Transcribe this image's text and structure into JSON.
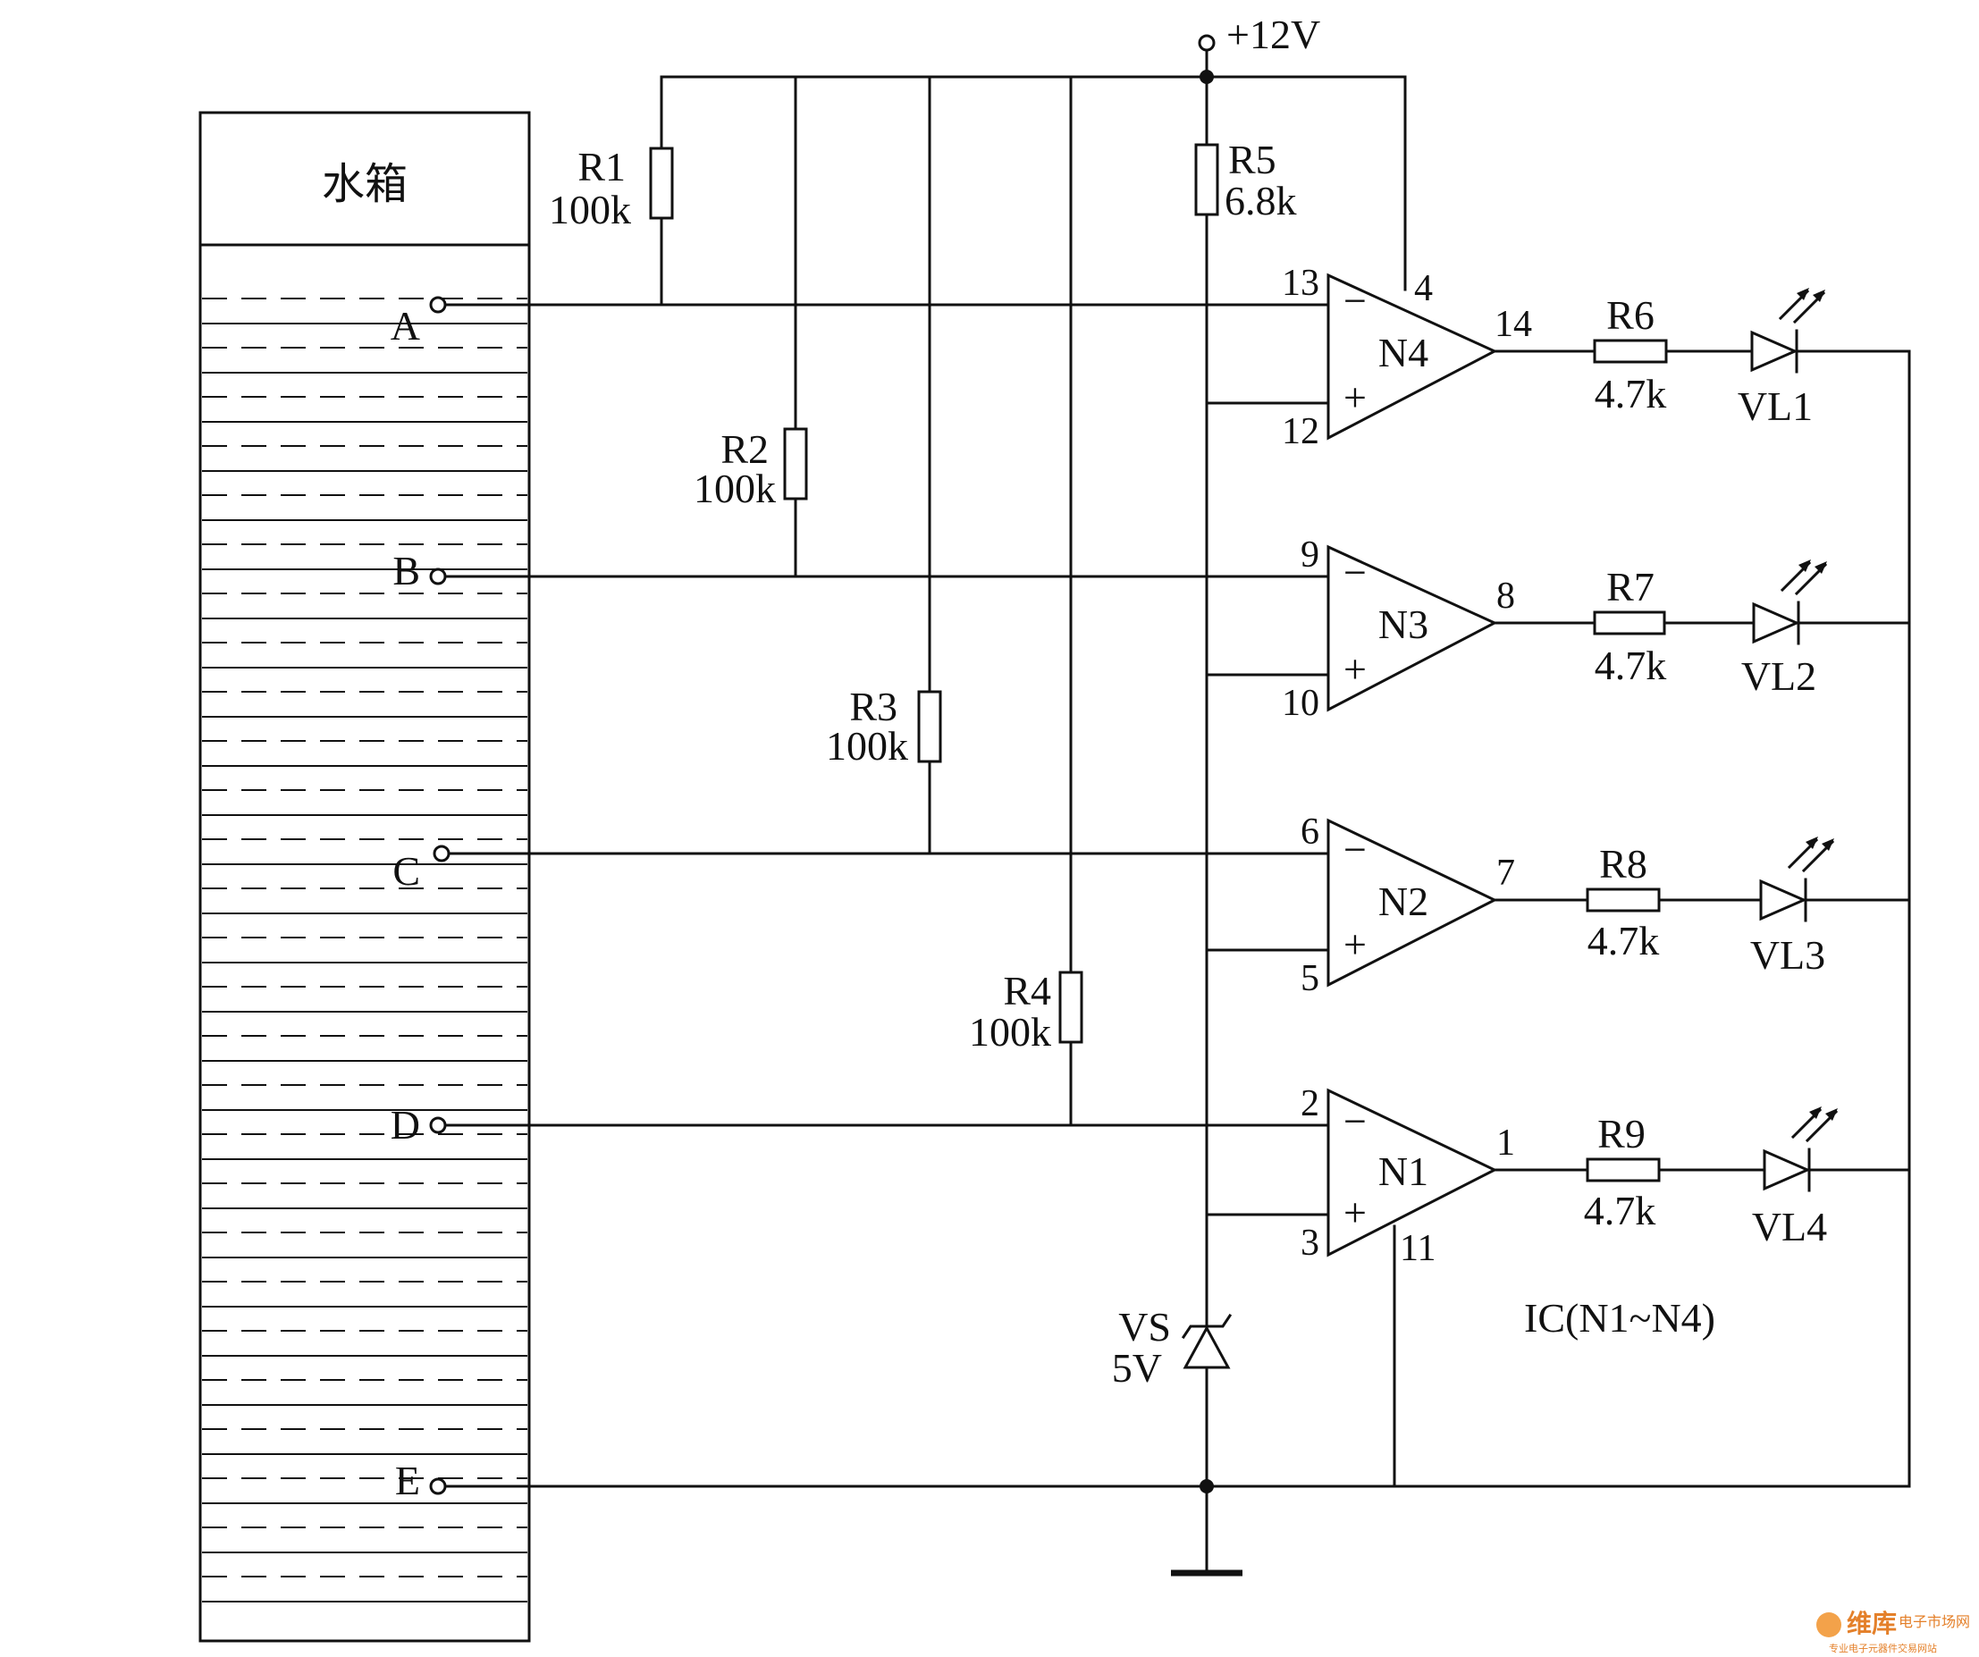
{
  "tank": {
    "title": "水箱",
    "probes": [
      "A",
      "B",
      "C",
      "D",
      "E"
    ]
  },
  "supply": "+12V",
  "resistors": [
    {
      "ref": "R1",
      "value": "100k"
    },
    {
      "ref": "R2",
      "value": "100k"
    },
    {
      "ref": "R3",
      "value": "100k"
    },
    {
      "ref": "R4",
      "value": "100k"
    },
    {
      "ref": "R5",
      "value": "6.8k"
    },
    {
      "ref": "R6",
      "value": "4.7k"
    },
    {
      "ref": "R7",
      "value": "4.7k"
    },
    {
      "ref": "R8",
      "value": "4.7k"
    },
    {
      "ref": "R9",
      "value": "4.7k"
    }
  ],
  "zener": {
    "ref": "VS",
    "value": "5V"
  },
  "opamps": [
    {
      "name": "N4",
      "inv_pin": "13",
      "noninv_pin": "12",
      "out_pin": "14",
      "supply_pin": "4"
    },
    {
      "name": "N3",
      "inv_pin": "9",
      "noninv_pin": "10",
      "out_pin": "8"
    },
    {
      "name": "N2",
      "inv_pin": "6",
      "noninv_pin": "5",
      "out_pin": "7"
    },
    {
      "name": "N1",
      "inv_pin": "2",
      "noninv_pin": "3",
      "out_pin": "1",
      "gnd_pin": "11"
    }
  ],
  "leds": [
    "VL1",
    "VL2",
    "VL3",
    "VL4"
  ],
  "ic_label": "IC(N1~N4)",
  "symbols": {
    "minus": "−",
    "plus": "+"
  },
  "watermark": {
    "brand": "维库",
    "sub": "电子市场网",
    "tagline": "专业电子元器件交易网站"
  }
}
